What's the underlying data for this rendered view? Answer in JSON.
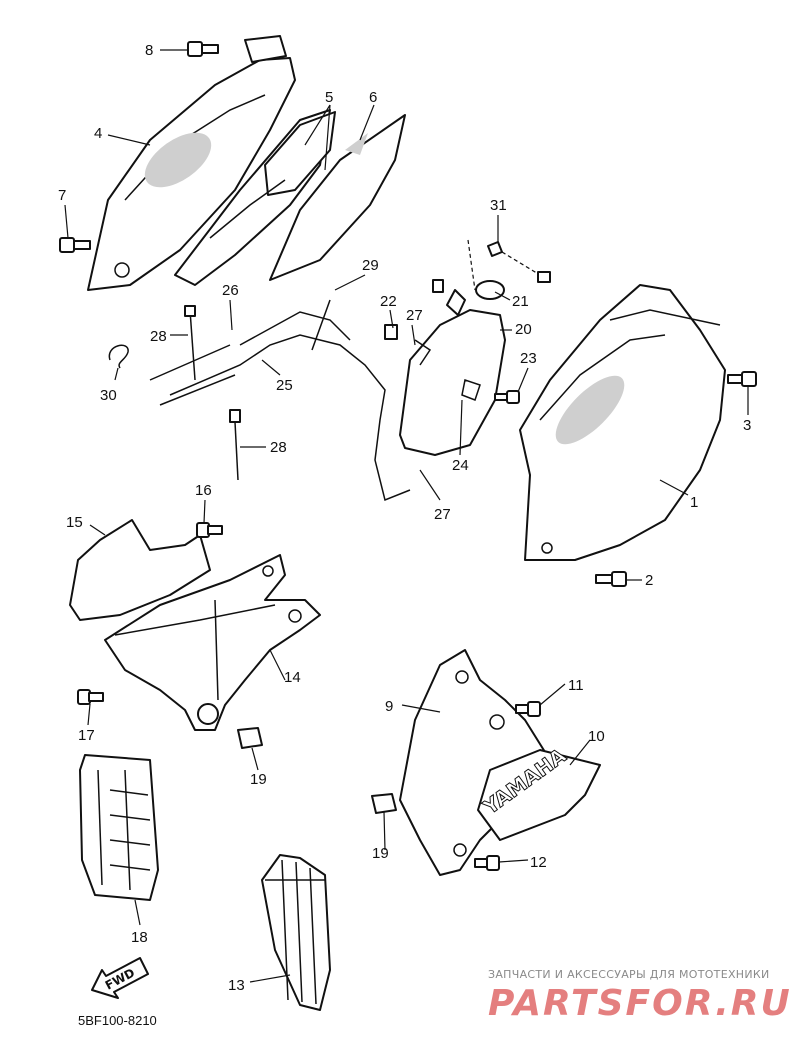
{
  "diagram": {
    "drawing_code": "5BF100-8210",
    "forward_label": "FWD",
    "brand_text": "YAMAHA",
    "watermark": {
      "tagline": "ЗАПЧАСТИ И АКСЕССУАРЫ ДЛЯ МОТОТЕХНИКИ",
      "logo_text": "PARTSFOR.RU"
    },
    "callouts": {
      "c1": "1",
      "c2": "2",
      "c3": "3",
      "c4": "4",
      "c5": "5",
      "c6": "6",
      "c7": "7",
      "c8": "8",
      "c9": "9",
      "c10": "10",
      "c11": "11",
      "c12": "12",
      "c13": "13",
      "c14": "14",
      "c15": "15",
      "c16": "16",
      "c17": "17",
      "c18": "18",
      "c19a": "19",
      "c19b": "19",
      "c20": "20",
      "c21": "21",
      "c22": "22",
      "c23": "23",
      "c24": "24",
      "c25": "25",
      "c26": "26",
      "c27a": "27",
      "c27b": "27",
      "c28a": "28",
      "c28b": "28",
      "c29": "29",
      "c30": "30",
      "c31": "31"
    }
  }
}
